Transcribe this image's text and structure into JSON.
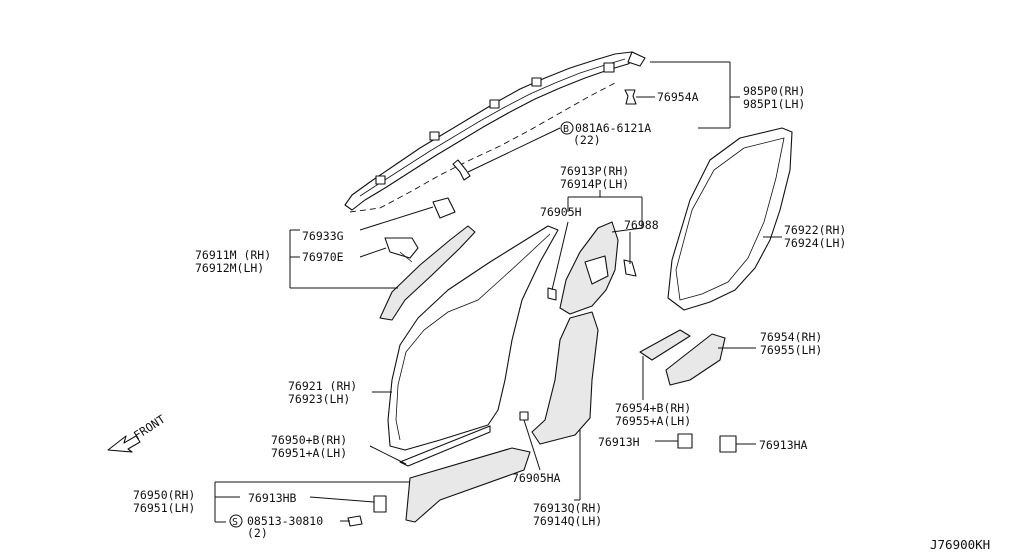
{
  "diagram_code": "J76900KH",
  "front_label": "FRONT",
  "labels": {
    "p985p0": "985P0(RH)",
    "p985p1": "985P1(LH)",
    "p76954a": "76954A",
    "bolt_part": "081A6-6121A",
    "bolt_qty": "(22)",
    "bolt_symbol": "B",
    "p76913p": "76913P(RH)",
    "p76914p": "76914P(LH)",
    "p76905h": "76905H",
    "p76988": "76988",
    "p76933g": "76933G",
    "p76970e": "76970E",
    "p76911m": "76911M (RH)",
    "p76912m": "76912M(LH)",
    "p76922": "76922(RH)",
    "p76924": "76924(LH)",
    "p76954": "76954(RH)",
    "p76955": "76955(LH)",
    "p76954b": "76954+B(RH)",
    "p76955a": "76955+A(LH)",
    "p76921": "76921 (RH)",
    "p76923": "76923(LH)",
    "p76913h": "76913H",
    "p76913ha": "76913HA",
    "p76950b": "76950+B(RH)",
    "p76951a": "76951+A(LH)",
    "p76905ha": "76905HA",
    "p76950": "76950(RH)",
    "p76951": "76951(LH)",
    "p76913hb": "76913HB",
    "screw_part": "08513-30810",
    "screw_qty": "(2)",
    "screw_symbol": "S",
    "p76913q": "76913Q(RH)",
    "p76914q": "76914Q(LH)"
  }
}
